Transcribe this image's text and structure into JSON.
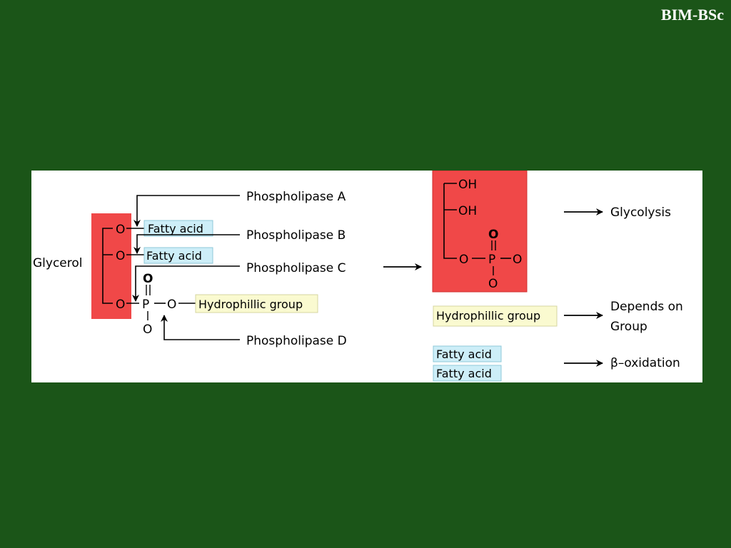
{
  "header": {
    "brand": "BIM-BSc"
  },
  "diagram": {
    "glycerol_label": "Glycerol",
    "phospholipase_a": "Phospholipase A",
    "phospholipase_b": "Phospholipase B",
    "phospholipase_c": "Phospholipase C",
    "phospholipase_d": "Phospholipase D",
    "fatty_acid_1": "Fatty acid",
    "fatty_acid_2": "Fatty acid",
    "hydrophillic_group": "Hydrophillic group",
    "atom_o": "O",
    "atom_p": "P",
    "product": {
      "oh_1": "OH",
      "oh_2": "OH",
      "atom_o": "O",
      "atom_p": "P"
    },
    "fate": {
      "glycolysis": "Glycolysis",
      "hydrophillic_group": "Hydrophillic group",
      "depends_on_line1": "Depends on",
      "depends_on_line2": "Group",
      "fatty_acid_1": "Fatty acid",
      "fatty_acid_2": "Fatty acid",
      "beta_oxidation": "β–oxidation"
    },
    "colors": {
      "glycerol_box": "#f04848",
      "fatty_acid_box": "#cdeef8",
      "hydrophillic_box": "#fafad0"
    }
  }
}
